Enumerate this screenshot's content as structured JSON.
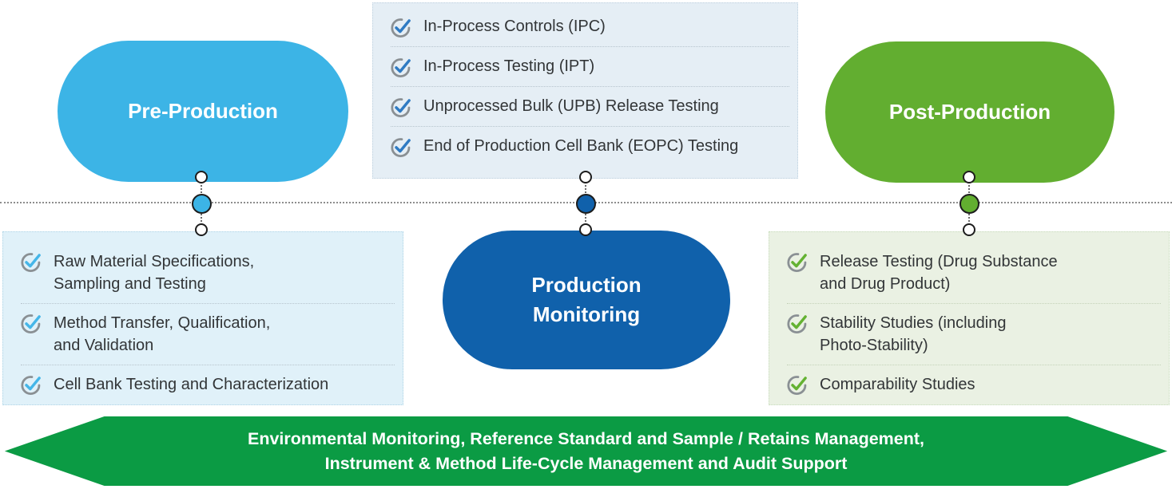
{
  "stages": [
    {
      "id": "pre-production",
      "label": "Pre-Production",
      "colors": {
        "pill": "#3CB4E6",
        "dot": "#3CB4E6",
        "panel_bg": "#E0F1F9",
        "panel_border": "#AFD5E6",
        "check": "#45B6E8"
      },
      "checklist": [
        {
          "lines": [
            "Raw Material Specifications,",
            "Sampling and Testing"
          ]
        },
        {
          "lines": [
            "Method Transfer, Qualification,",
            "and Validation"
          ]
        },
        {
          "lines": [
            "Cell Bank Testing and Characterization"
          ]
        }
      ]
    },
    {
      "id": "production-monitoring",
      "label": "Production Monitoring",
      "label_lines": [
        "Production",
        "Monitoring"
      ],
      "colors": {
        "pill": "#1061AB",
        "dot": "#1061AB",
        "panel_bg": "#E5EEF5",
        "panel_border": "#BDD0DE",
        "check": "#2F7BC3"
      },
      "checklist": [
        {
          "lines": [
            "In-Process Controls (IPC)"
          ]
        },
        {
          "lines": [
            "In-Process Testing (IPT)"
          ]
        },
        {
          "lines": [
            "Unprocessed Bulk (UPB) Release Testing"
          ]
        },
        {
          "lines": [
            "End of Production Cell Bank (EOPC) Testing"
          ]
        }
      ]
    },
    {
      "id": "post-production",
      "label": "Post-Production",
      "colors": {
        "pill": "#62AE30",
        "dot": "#62AE30",
        "panel_bg": "#EAF1E3",
        "panel_border": "#C8DDBC",
        "check": "#64B232"
      },
      "checklist": [
        {
          "lines": [
            "Release Testing (Drug Substance",
            "and Drug Product)"
          ]
        },
        {
          "lines": [
            "Stability Studies (including",
            "Photo-Stability)"
          ]
        },
        {
          "lines": [
            "Comparability Studies"
          ]
        }
      ]
    }
  ],
  "banner": {
    "bg": "#0B9B44",
    "lines": [
      "Environmental Monitoring, Reference Standard and Sample / Retains Management,",
      "Instrument & Method Life-Cycle Management and Audit Support"
    ]
  }
}
